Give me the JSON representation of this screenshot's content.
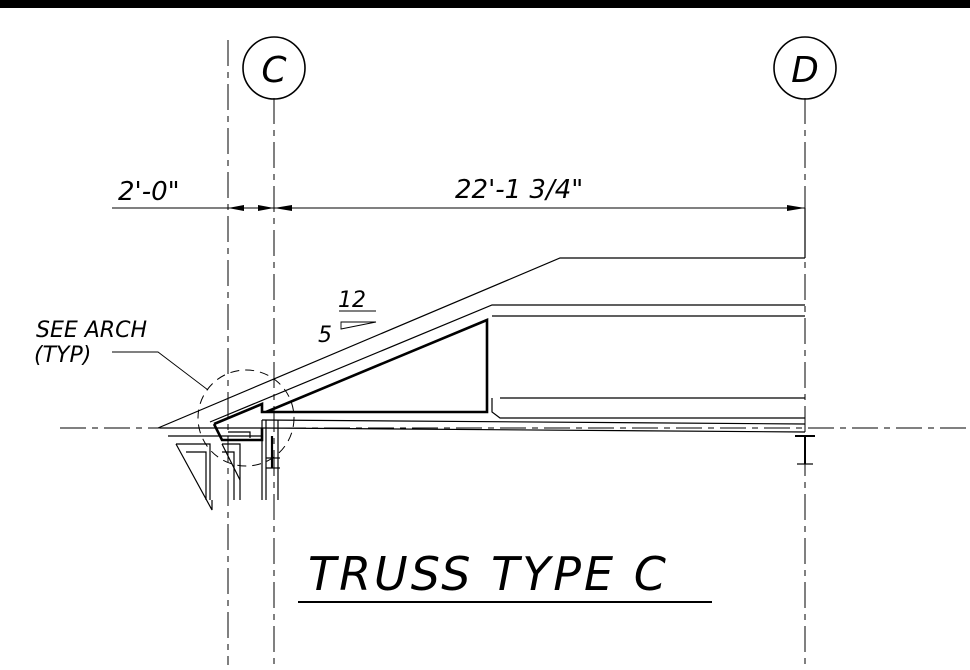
{
  "gridlines": [
    {
      "id": "C",
      "label": "C"
    },
    {
      "id": "D",
      "label": "D"
    }
  ],
  "dimensions": {
    "overhang": "2'-0\"",
    "span": "22'-1 3/4\""
  },
  "slope": {
    "rise": "5",
    "run": "12"
  },
  "callout": {
    "line1": "SEE ARCH",
    "line2": "(TYP)"
  },
  "title": "TRUSS TYPE C"
}
